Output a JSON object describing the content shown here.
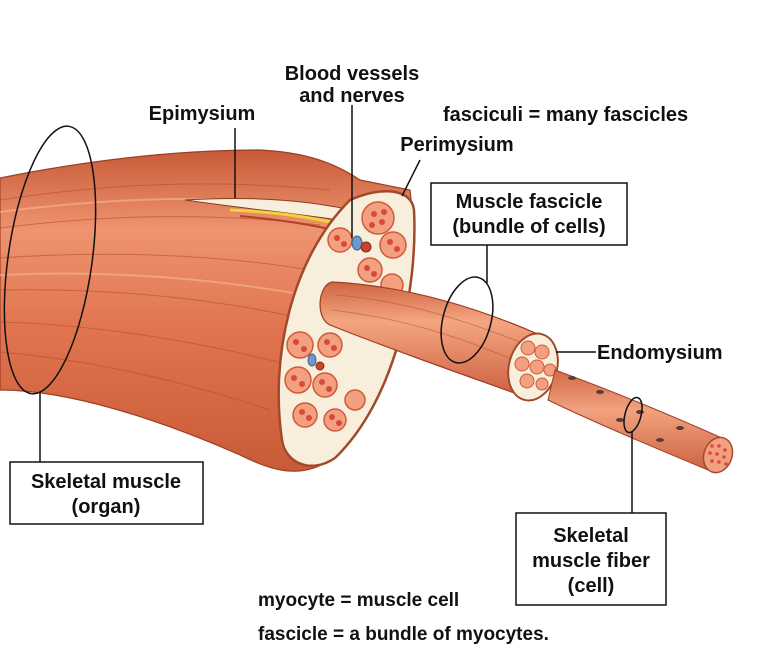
{
  "diagram": {
    "labels": {
      "blood_vessels_1": "Blood vessels",
      "blood_vessels_2": "and nerves",
      "epimysium": "Epimysium",
      "perimysium": "Perimysium",
      "fasciculi_note": "fasciculi = many fascicles",
      "muscle_fascicle_1": "Muscle fascicle",
      "muscle_fascicle_2": "(bundle of cells)",
      "endomysium": "Endomysium",
      "skeletal_muscle_1": "Skeletal muscle",
      "skeletal_muscle_2": "(organ)",
      "fiber_1": "Skeletal",
      "fiber_2": "muscle fiber",
      "fiber_3": "(cell)",
      "myocyte_note": "myocyte = muscle cell",
      "fascicle_note": "fascicle = a bundle of myocytes."
    },
    "colors": {
      "muscle": "#e0714a",
      "muscle_light": "#f3a783",
      "muscle_dark": "#b84a2c",
      "fiber_dot": "#d9493a",
      "connective": "#f7eedb",
      "vessel_blue": "#6f97c9",
      "nerve_yellow": "#f2d23c"
    }
  }
}
